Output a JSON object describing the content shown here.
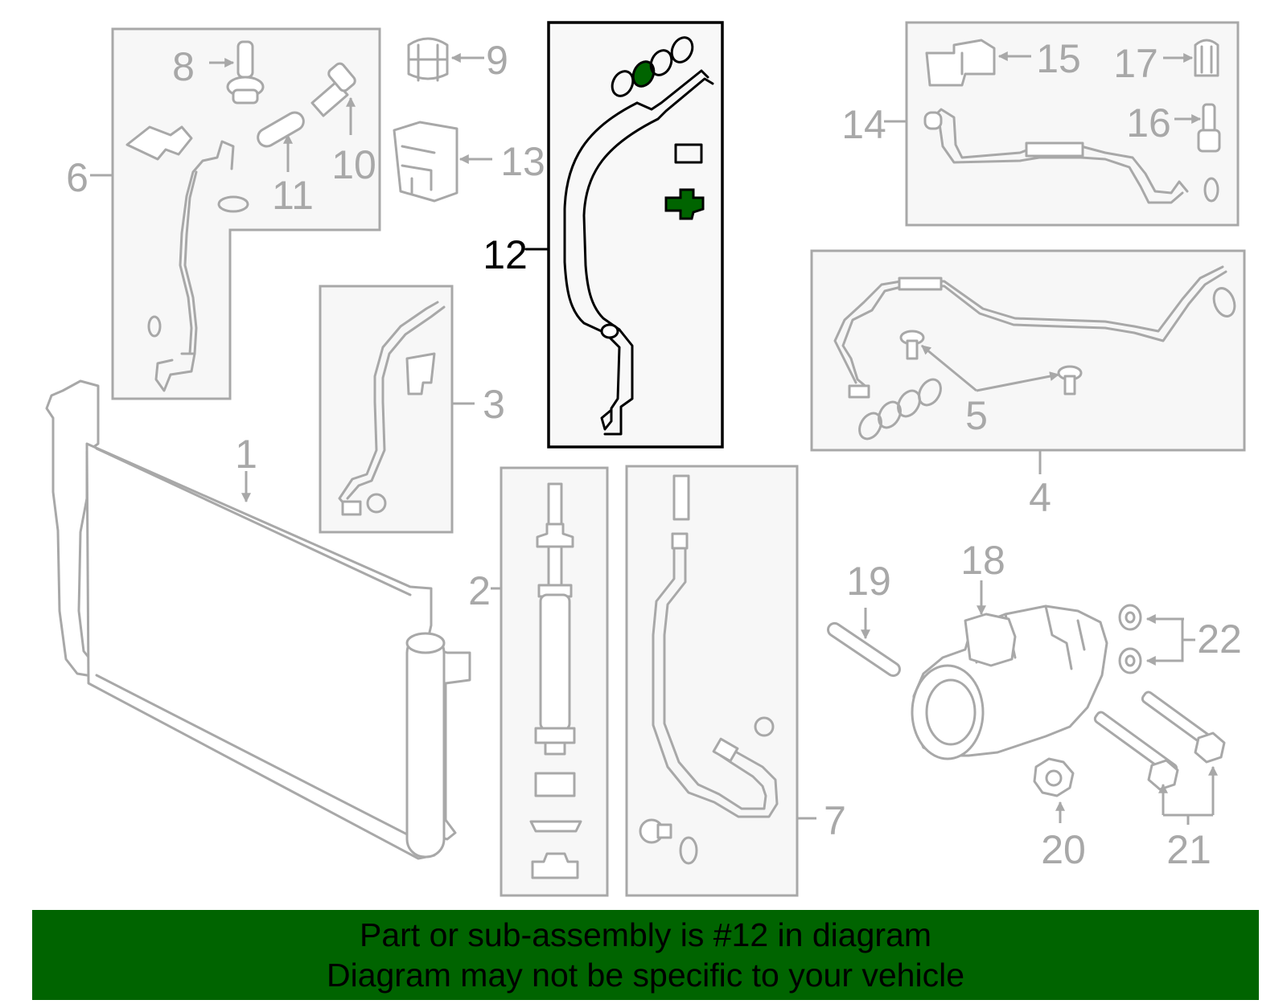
{
  "colors": {
    "part_gray": "#a8a8a8",
    "highlight": "#000000",
    "accent_green": "#006400"
  },
  "callouts": {
    "c1": "1",
    "c2": "2",
    "c3": "3",
    "c4": "4",
    "c5": "5",
    "c6": "6",
    "c7": "7",
    "c8": "8",
    "c9": "9",
    "c10": "10",
    "c11": "11",
    "c12": "12",
    "c13": "13",
    "c14": "14",
    "c15": "15",
    "c16": "16",
    "c17": "17",
    "c18": "18",
    "c19": "19",
    "c20": "20",
    "c21": "21",
    "c22": "22"
  },
  "selected_part": "12",
  "banner": {
    "line1": "Part or sub-assembly is #12 in diagram",
    "line2": "Diagram may not be specific to your vehicle"
  }
}
